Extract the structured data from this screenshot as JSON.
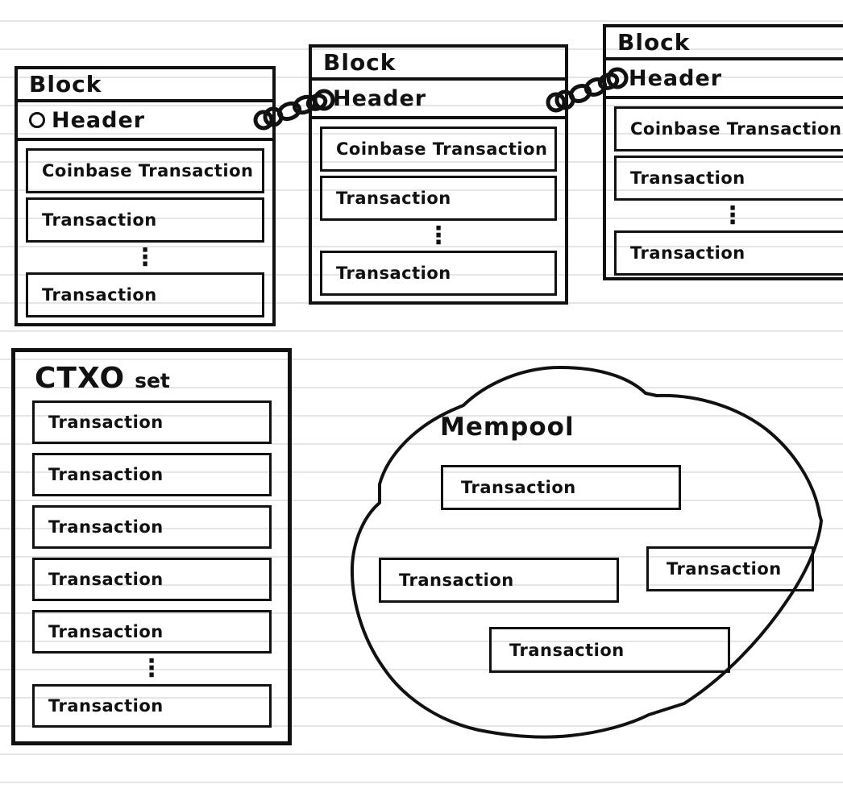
{
  "palette": {
    "ink": "#111111",
    "paper": "#ffffff",
    "ruled_line": "#e5e5e5"
  },
  "blocks": [
    {
      "title": "Block",
      "header": "Header",
      "coinbase": "Coinbase Transaction",
      "tx": "Transaction",
      "ellipsis": "⋮",
      "tx_last": "Transaction"
    },
    {
      "title": "Block",
      "header": "Header",
      "coinbase": "Coinbase Transaction",
      "tx": "Transaction",
      "ellipsis": "⋮",
      "tx_last": "Transaction"
    },
    {
      "title": "Block",
      "header": "Header",
      "coinbase": "Coinbase Transaction",
      "tx": "Transaction",
      "ellipsis": "⋮",
      "tx_last": "Transaction"
    }
  ],
  "utxo_panel": {
    "title_main": "CTXO",
    "title_sub": "set",
    "transactions": [
      "Transaction",
      "Transaction",
      "Transaction",
      "Transaction",
      "Transaction"
    ],
    "ellipsis": "⋮",
    "tx_last": "Transaction"
  },
  "mempool": {
    "title": "Mempool",
    "transactions": [
      "Transaction",
      "Transaction",
      "Transaction",
      "Transaction"
    ]
  }
}
